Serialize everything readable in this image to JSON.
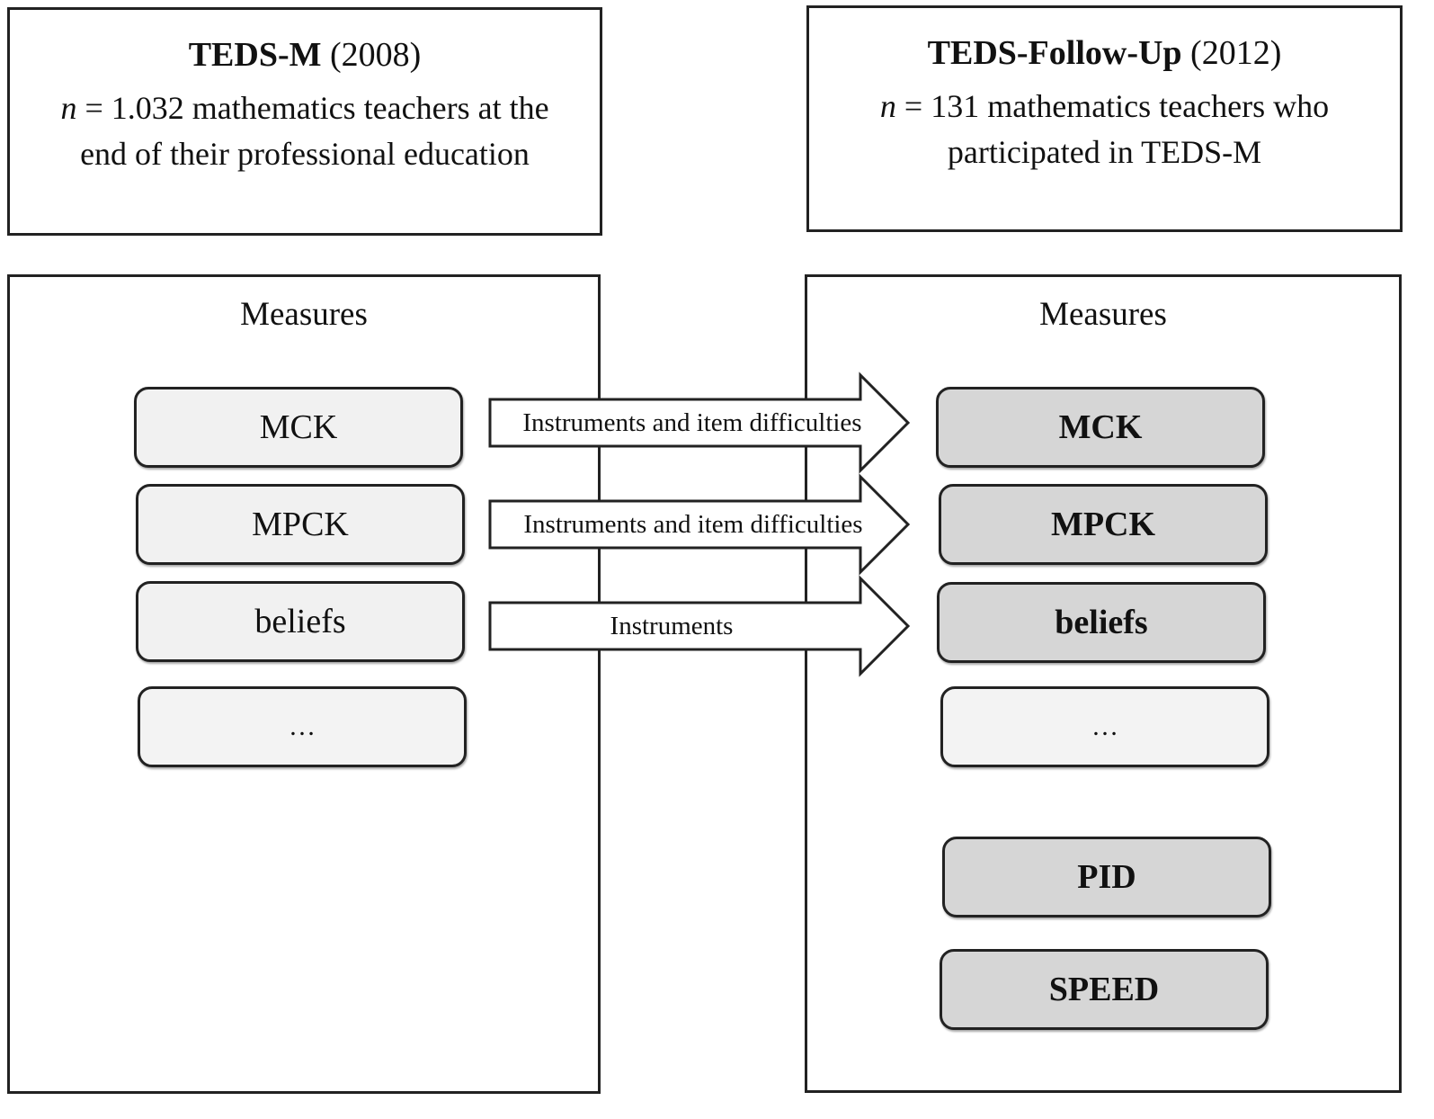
{
  "studies": {
    "left": {
      "name": "TEDS-M",
      "year": "(2008)",
      "n_symbol": "n",
      "desc_line1": "= 1.032 mathematics teachers at the",
      "desc_line2": "end of their professional education"
    },
    "right": {
      "name": "TEDS-Follow-Up",
      "year": "(2012)",
      "n_symbol": "n",
      "desc_line1": "= 131 mathematics teachers who",
      "desc_line2": "participated in TEDS-M"
    }
  },
  "panels": {
    "left": {
      "heading": "Measures",
      "items": [
        "MCK",
        "MPCK",
        "beliefs",
        "…"
      ]
    },
    "right": {
      "heading": "Measures",
      "items": [
        "MCK",
        "MPCK",
        "beliefs",
        "…",
        "PID",
        "SPEED"
      ]
    }
  },
  "arrows": [
    {
      "label": "Instruments and item difficulties"
    },
    {
      "label": "Instruments and item difficulties"
    },
    {
      "label": "Instruments"
    }
  ]
}
